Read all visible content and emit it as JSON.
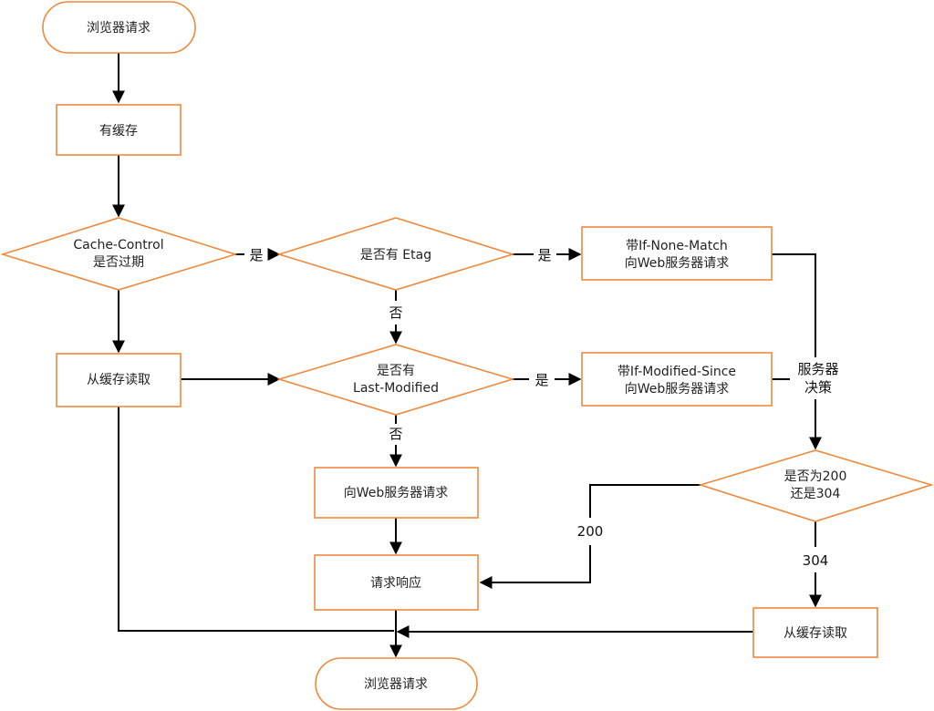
{
  "colors": {
    "node_stroke": "#f0893b",
    "node_fill": "#ffffff",
    "edge": "#000000",
    "text": "#222222"
  },
  "nodes": {
    "start": "浏览器请求",
    "has_cache": "有缓存",
    "cache_control": [
      "Cache-Control",
      "是否过期"
    ],
    "has_etag": "是否有 Etag",
    "if_none_match": [
      "带If-None-Match",
      "向Web服务器请求"
    ],
    "read_cache": "从缓存读取",
    "has_last_modified": [
      "是否有",
      "Last-Modified"
    ],
    "if_modified_since": [
      "带If-Modified-Since",
      "向Web服务器请求"
    ],
    "web_request": "向Web服务器请求",
    "status_check": [
      "是否为200",
      "还是304"
    ],
    "response": "请求响应",
    "read_cache_304": "从缓存读取",
    "end": "浏览器请求"
  },
  "edge_labels": {
    "expired_yes": "是",
    "etag_yes": "是",
    "etag_no": "否",
    "lm_yes": "是",
    "lm_no": "否",
    "server_decision": [
      "服务器",
      "决策"
    ],
    "code_200": "200",
    "code_304": "304"
  }
}
